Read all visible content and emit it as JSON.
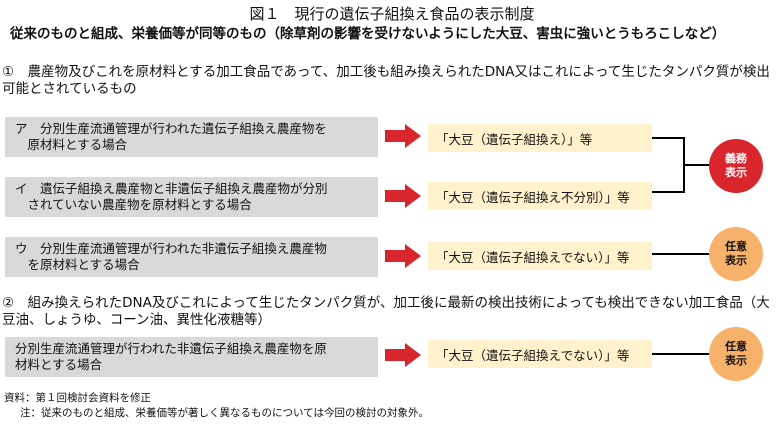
{
  "title": "図１　現行の遺伝子組換え食品の表示制度",
  "heading": "従来のものと組成、栄養価等が同等のもの（除草剤の影響を受けないようにした大豆、害虫に強いとうもろこしなど）",
  "section1": {
    "label": "①　農産物及びこれを原材料とする加工食品であって、加工後も組み換えられたDNA又はこれによって生じたタンパク質が検出可能とされているもの",
    "rows": [
      {
        "source": "ア　分別生産流通管理が行われた遺伝子組換え農産物を\n　原材料とする場合",
        "result": "「大豆（遺伝子組換え）」等"
      },
      {
        "source": "イ　遺伝子組換え農産物と非遺伝子組換え農産物が分別\n　されていない農産物を原材料とする場合",
        "result": "「大豆（遺伝子組換え不分別）」等"
      },
      {
        "source": "ウ　分別生産流通管理が行われた非遺伝子組換え農産物\n　を原材料とする場合",
        "result": "「大豆（遺伝子組換えでない）」等"
      }
    ],
    "mandatory": {
      "line1": "義務",
      "line2": "表示"
    },
    "optional": {
      "line1": "任意",
      "line2": "表示"
    }
  },
  "section2": {
    "label": "②　組み換えられたDNA及びこれによって生じたタンパク質が、加工後に最新の検出技術によっても検出できない加工食品（大豆油、しょうゆ、コーン油、異性化液糖等）",
    "row": {
      "source": "分別生産流通管理が行われた非遺伝子組換え農産物を原\n材料とする場合",
      "result": "「大豆（遺伝子組換えでない）」等"
    },
    "optional": {
      "line1": "任意",
      "line2": "表示"
    }
  },
  "footer": {
    "source": "資料：第１回検討会資料を修正",
    "note": "注：従来のものと組成、栄養価等が著しく異なるものについては今回の検討の対象外。"
  },
  "colors": {
    "gray_box": "#d9d9d9",
    "cream_box": "#fff2cc",
    "arrow": "#d9262c",
    "mandatory": "#d9262c",
    "optional": "#f6b26b"
  }
}
